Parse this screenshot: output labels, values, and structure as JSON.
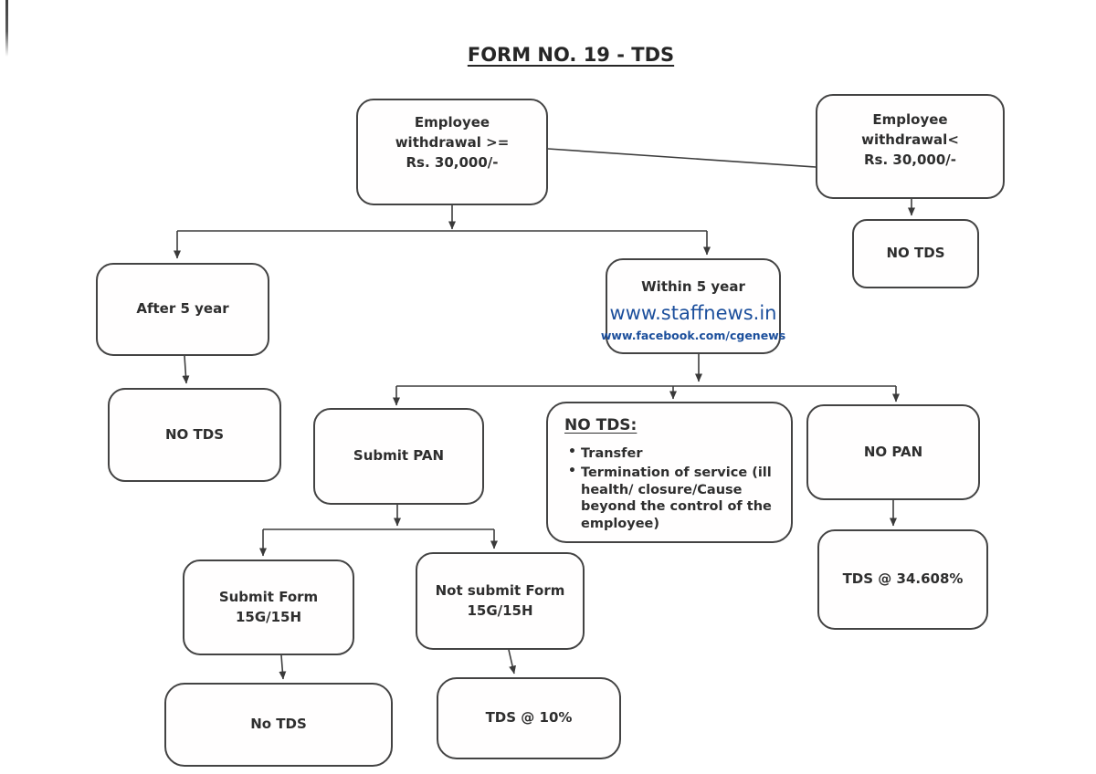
{
  "page": {
    "title": "FORM NO. 19 - TDS"
  },
  "colors": {
    "line": "#3d3d3d",
    "text": "#2e2e2e",
    "link_blue": "#1c4f9c"
  },
  "watermark": {
    "site": "www.staffnews.in",
    "facebook": "www.facebook.com/cgenews"
  },
  "nodes": {
    "withdrawal_ge": {
      "lines": [
        "Employee",
        "withdrawal >=",
        "Rs. 30,000/-"
      ]
    },
    "withdrawal_lt": {
      "lines": [
        "Employee",
        "withdrawal<",
        "Rs. 30,000/-"
      ]
    },
    "no_tds_right": {
      "label": "NO TDS"
    },
    "after_5_year": {
      "label": "After 5 year"
    },
    "within_5_year": {
      "label": "Within 5 year"
    },
    "no_tds_left": {
      "label": "NO TDS"
    },
    "submit_pan": {
      "label": "Submit PAN"
    },
    "no_tds_reasons": {
      "heading": "NO TDS:",
      "bullets": [
        "Transfer",
        "Termination of service (ill health/ closure/Cause beyond the control of the employee)"
      ]
    },
    "no_pan": {
      "label": "NO PAN"
    },
    "tds_34": {
      "label": "TDS @ 34.608%"
    },
    "submit_form": {
      "lines": [
        "Submit Form",
        "15G/15H"
      ]
    },
    "not_submit_form": {
      "lines": [
        "Not submit Form",
        "15G/15H"
      ]
    },
    "no_tds_bottom": {
      "label": "No TDS"
    },
    "tds_10": {
      "label": "TDS @ 10%"
    }
  }
}
